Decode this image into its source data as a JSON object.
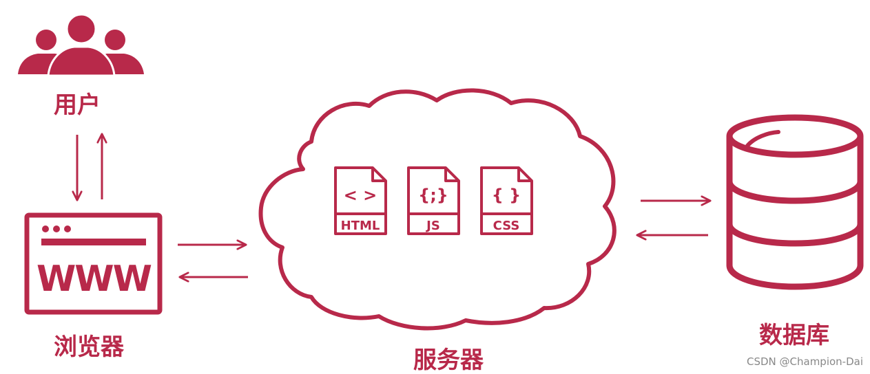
{
  "colors": {
    "accent": "#b8294a",
    "watermark": "#888888",
    "background": "#ffffff"
  },
  "nodes": {
    "users": {
      "label": "用户",
      "icon": "users-group-icon"
    },
    "browser": {
      "label": "浏览器",
      "icon": "browser-window-icon",
      "screen_text": "WWW"
    },
    "server": {
      "label": "服务器",
      "icon": "cloud-icon"
    },
    "database": {
      "label": "数据库",
      "icon": "database-cylinder-icon"
    }
  },
  "files": [
    {
      "name": "HTML",
      "symbol": "< >",
      "icon": "html-file-icon"
    },
    {
      "name": "JS",
      "symbol": "{;}",
      "icon": "js-file-icon"
    },
    {
      "name": "CSS",
      "symbol": "{ }",
      "icon": "css-file-icon"
    }
  ],
  "watermark": "CSDN @Champion-Dai"
}
